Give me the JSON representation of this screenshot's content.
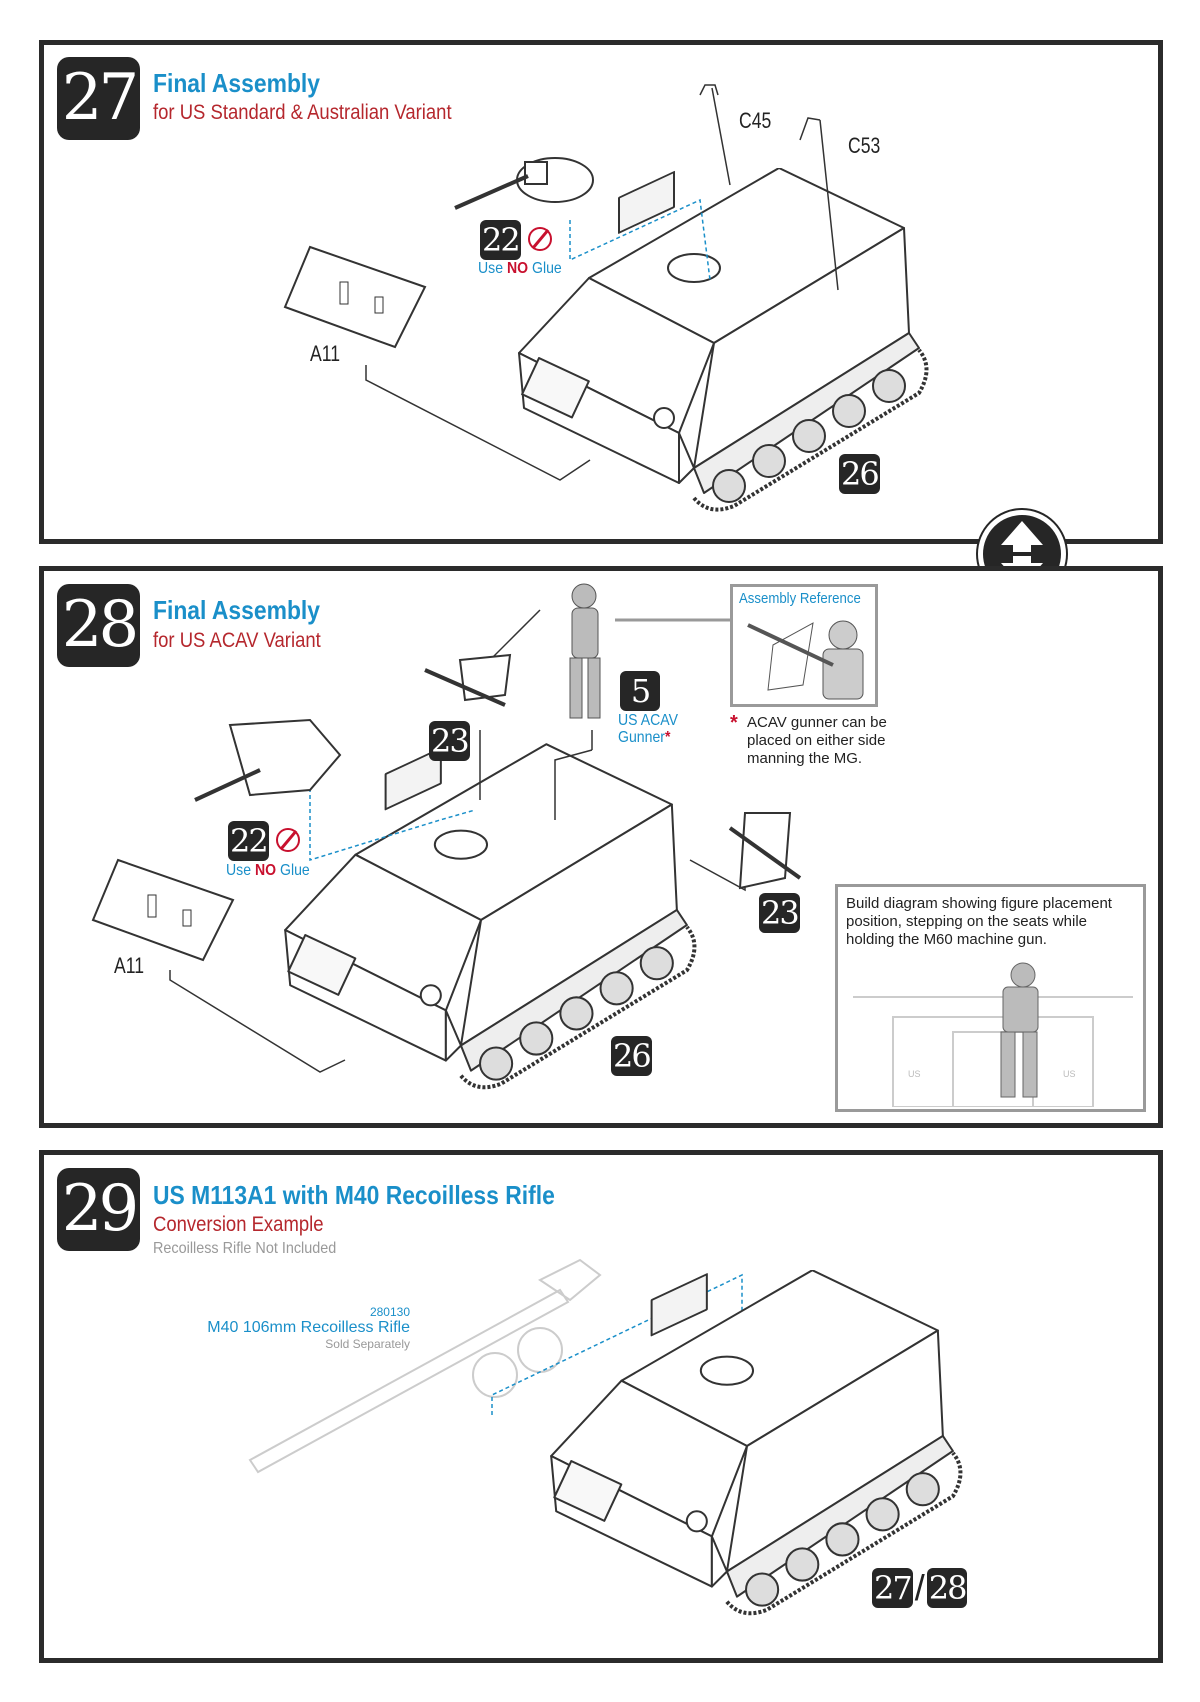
{
  "steps": [
    {
      "number": "27",
      "title": "Final Assembly",
      "subtitle": "for US Standard & Australian Variant",
      "parts": {
        "c45": "C45",
        "c53": "C53",
        "a11": "A11"
      },
      "refs": {
        "turret": "22",
        "hull": "26"
      },
      "glue": {
        "use": "Use",
        "no": "NO",
        "glue": "Glue"
      }
    },
    {
      "number": "28",
      "title": "Final Assembly",
      "subtitle": "for US ACAV Variant",
      "parts": {
        "a11": "A11"
      },
      "refs": {
        "turret": "22",
        "hull": "26",
        "shield_left": "23",
        "shield_right": "23",
        "figure": "5"
      },
      "figure_label": "US ACAV",
      "figure_label2": "Gunner",
      "asterisk": "*",
      "glue": {
        "use": "Use",
        "no": "NO",
        "glue": "Glue"
      },
      "assembly_reference": "Assembly Reference",
      "gunner_note": "ACAV gunner can be placed on either side manning the MG.",
      "build_diagram_note": "Build diagram showing figure placement position, stepping on the seats while holding the M60 machine gun.",
      "diagram_labels": [
        "US",
        "US"
      ]
    },
    {
      "number": "29",
      "title": "US M113A1 with M40 Recoilless Rifle",
      "subtitle": "Conversion Example",
      "note": "Recoilless Rifle Not Included",
      "accessory": {
        "code": "280130",
        "name": "M40 106mm Recoilless Rifle",
        "availability": "Sold Separately"
      },
      "refs": {
        "a": "27",
        "sep": "/",
        "b": "28"
      }
    }
  ],
  "colors": {
    "title": "#1a8fc9",
    "subtitle": "#b5272d",
    "badge": "#262626",
    "border": "#2b2b2b"
  }
}
